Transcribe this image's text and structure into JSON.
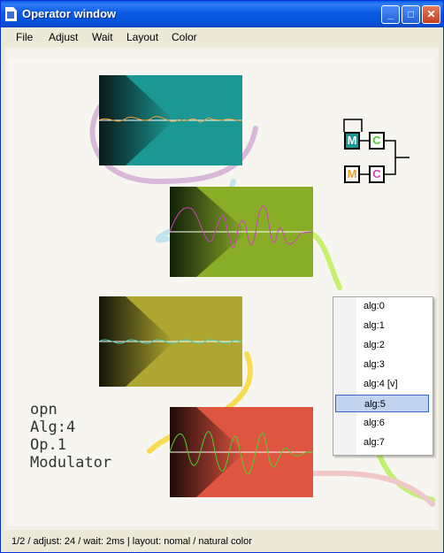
{
  "window": {
    "title": "Operator window"
  },
  "menu": {
    "items": [
      "File",
      "Adjust",
      "Wait",
      "Layout",
      "Color"
    ]
  },
  "operators": [
    {
      "color": "#1b9894",
      "wave_color": "#f0a030"
    },
    {
      "color": "#8aad28",
      "wave_color": "#d040c0"
    },
    {
      "color": "#aea630",
      "wave_color": "#50d0c0"
    },
    {
      "color": "#de5540",
      "wave_color": "#50d030"
    }
  ],
  "info": {
    "line1": "opn",
    "line2": "Alg:4",
    "line3": "Op.1",
    "line4": "Modulator"
  },
  "diagram": {
    "m1": "M",
    "c1": "C",
    "m2": "M",
    "c2": "C"
  },
  "popup": {
    "items": [
      "alg:0",
      "alg:1",
      "alg:2",
      "alg:3",
      "alg:4 [v]",
      "alg:5",
      "alg:6",
      "alg:7"
    ],
    "selected": "alg:5"
  },
  "status": {
    "text": "1/2 / adjust: 24 / wait: 2ms | layout: nomal / natural color"
  }
}
